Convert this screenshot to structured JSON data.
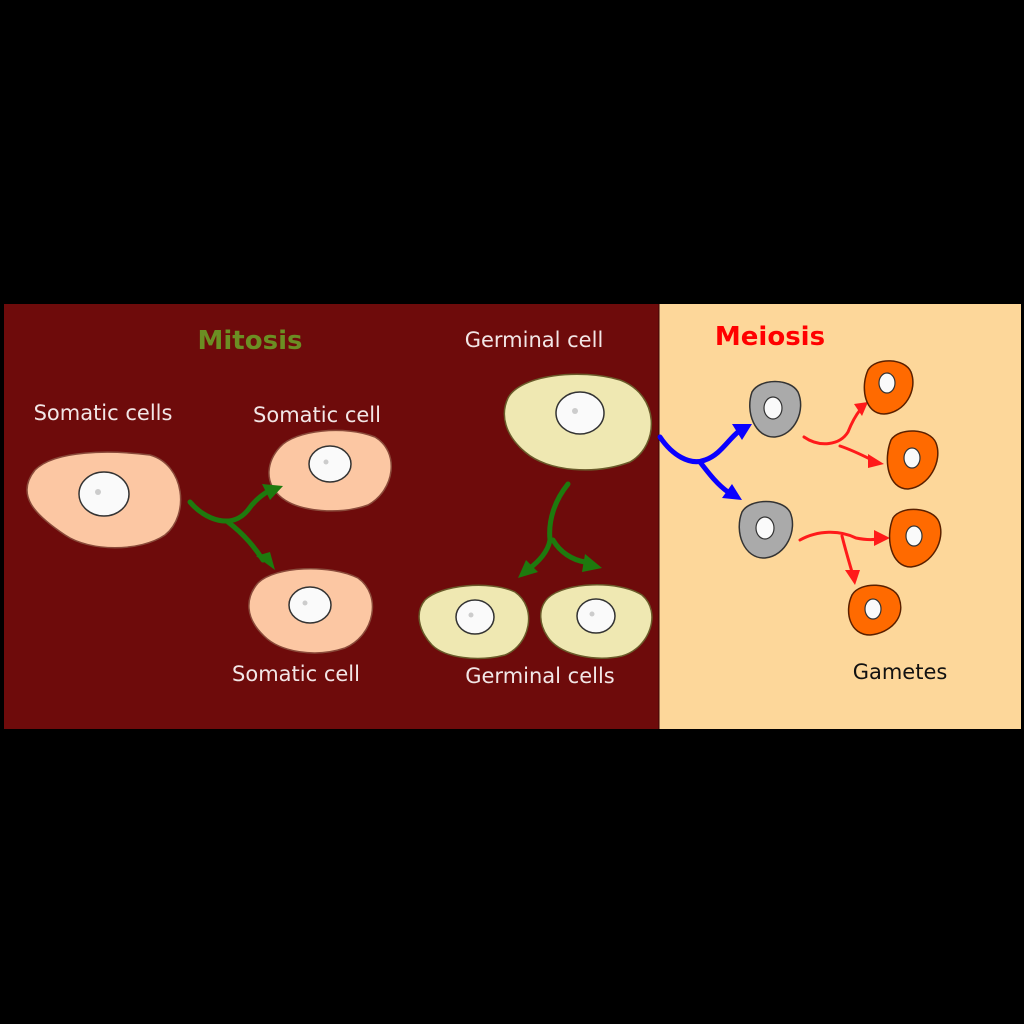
{
  "mitosis": {
    "title": "Mitosis",
    "somatic_cells_label": "Somatic cells",
    "somatic_cell_top_label": "Somatic cell",
    "somatic_cell_bottom_label": "Somatic cell",
    "germinal_cell_label": "Germinal cell",
    "germinal_cells_label": "Germinal cells"
  },
  "meiosis": {
    "title": "Meiosis",
    "gametes_label": "Gametes"
  },
  "colors": {
    "mitosis_panel": "#6e0b0b",
    "meiosis_panel": "#fdd79a",
    "mitosis_title": "#6b8e23",
    "meiosis_title": "#ff0000",
    "mitosis_arrow": "#1e7a0e",
    "meiosis_split_arrow": "#0a00ff",
    "gamete_arrow": "#ff1a1a",
    "somatic_cell": "#fcc7a3",
    "germinal_cell": "#efe8b2",
    "intermediate_cell": "#aaaaaa",
    "gamete_cell": "#ff6a00"
  }
}
